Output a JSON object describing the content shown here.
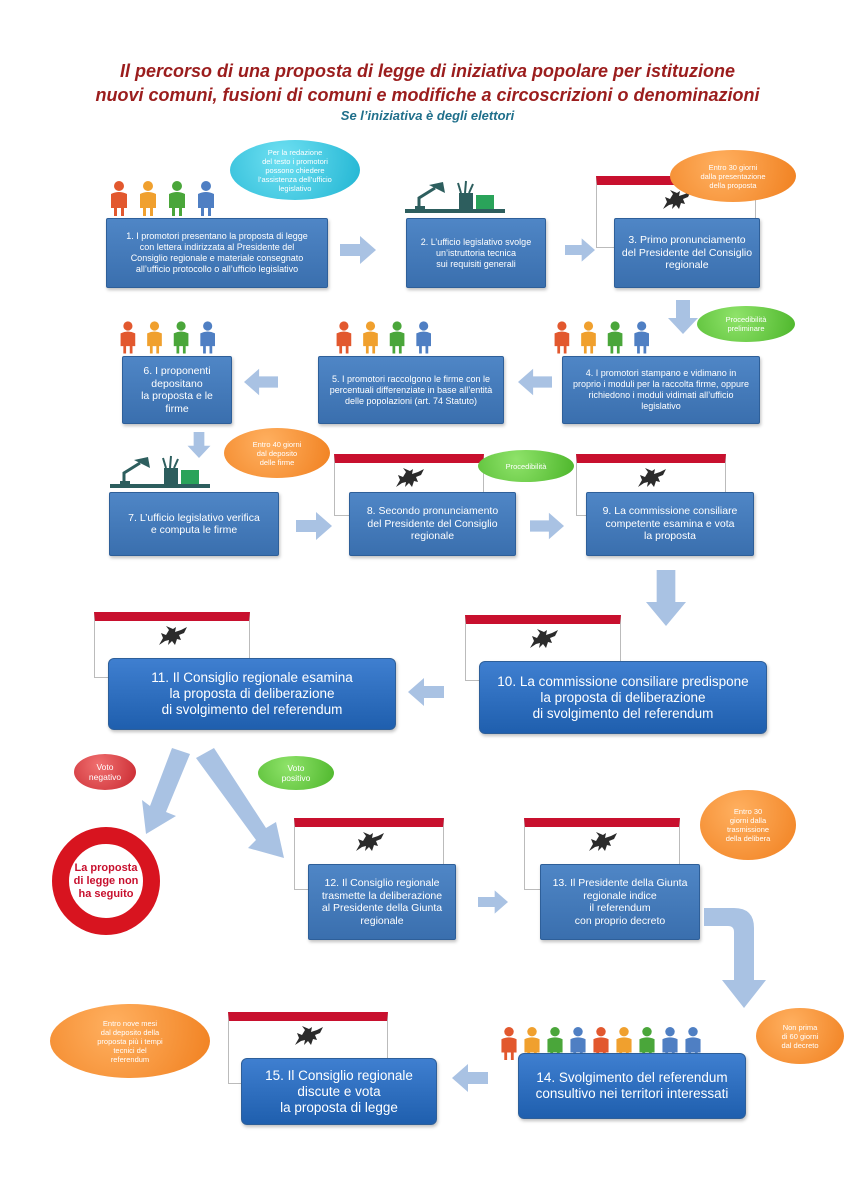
{
  "header": {
    "title_line1": "Il percorso di una proposta di legge di iniziativa popolare per istituzione",
    "title_line2": "nuovi comuni, fusioni di comuni e modifiche a circoscrizioni o denominazioni",
    "subtitle": "Se l’iniziativa è degli elettori"
  },
  "steps": [
    "1. I promotori presentano la proposta di legge\ncon lettera indirizzata al Presidente del\nConsiglio regionale e materiale consegnato\nall’ufficio protocollo o all’ufficio legislativo",
    "2. L’ufficio legislativo svolge\nun’istruttoria tecnica\nsui requisiti generali",
    "3. Primo pronunciamento\ndel Presidente del Consiglio\nregionale",
    "4. I promotori stampano e vidimano in\nproprio i moduli per la raccolta firme, oppure\nrichiedono i moduli vidimati  all’ufficio\nlegislativo",
    "5. I promotori raccolgono  le firme con le\npercentuali differenziate in base all’entità\ndelle popolazioni (art. 74 Statuto)",
    "6. I proponenti depositano\nla proposta  e le firme",
    "7. L’ufficio legislativo verifica\ne computa le firme",
    "8. Secondo pronunciamento\ndel Presidente del Consiglio\nregionale",
    "9. La commissione consiliare\ncompetente esamina e vota\nla proposta",
    "10. La commissione consiliare predispone\nla proposta di deliberazione\ndi svolgimento del referendum",
    "11. Il Consiglio regionale esamina\nla proposta di deliberazione\ndi svolgimento del referendum",
    "12. Il Consiglio regionale\ntrasmette la deliberazione\nal Presidente della Giunta\nregionale",
    "13. Il Presidente della Giunta\nregionale indice\nil referendum\ncon  proprio decreto",
    "14. Svolgimento del referendum\nconsultivo nei territori interessati",
    "15. Il Consiglio regionale\ndiscute e vota\nla proposta di legge"
  ],
  "bubbles": {
    "assistenza": "Per la redazione\ndel testo i promotori\npossono chiedere\nl’assistenza dell’ufficio\nlegislativo",
    "entro30_presentazione": "Entro 30 giorni\ndalla presentazione\ndella proposta",
    "procedibilita_preliminare": "Procedibilità\npreliminare",
    "entro40_deposito": "Entro 40 giorni\ndal deposito\ndelle firme",
    "procedibilita": "Procedibilità",
    "voto_negativo": "Voto\nnegativo",
    "voto_positivo": "Voto\npositivo",
    "entro30_delibera": "Entro 30\ngiorni dalla\ntrasmissione\ndella delibera",
    "non_prima_60": "Non prima\ndi 60 giorni\ndal decreto",
    "entro_nove_mesi": "Entro nove mesi\ndal deposito della\nproposta più i tempi\ntecnici del\nreferendum"
  },
  "outcome_negative": "La proposta\ndi legge non\nha seguito",
  "colors": {
    "box_blue": "#3a6fae",
    "arrow_blue": "#a9c2e3",
    "title_red": "#9b1d1d",
    "flag_red": "#c8102e",
    "orange": "#f07f1e",
    "green": "#4cb52a",
    "cyan": "#1fb4d2",
    "red": "#c8262e"
  },
  "icons": [
    "people-icon",
    "desk-lamp-icon",
    "pegaso-flag-icon",
    "arrow-icon"
  ]
}
